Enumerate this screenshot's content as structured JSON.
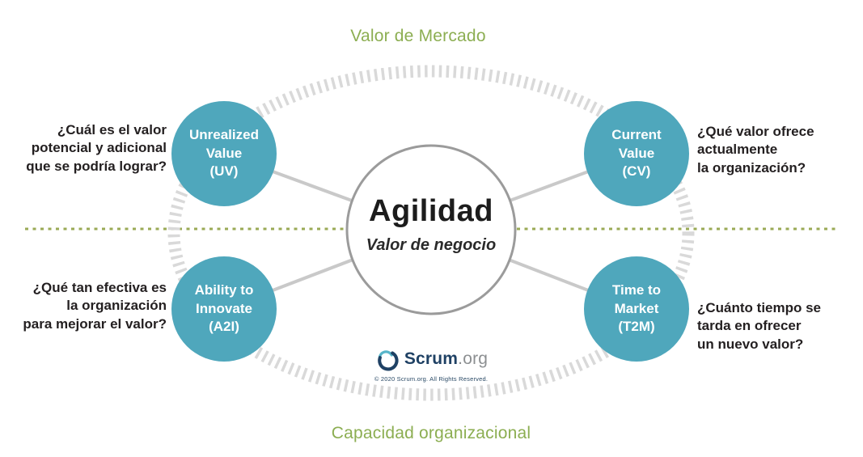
{
  "diagram": {
    "market_label": "Valor de Mercado",
    "capacity_label": "Capacidad organizacional",
    "center": {
      "title": "Agilidad",
      "subtitle": "Valor de negocio"
    },
    "circles": {
      "uv": {
        "label": [
          "Unrealized",
          "Value",
          "(UV)"
        ]
      },
      "cv": {
        "label": [
          "Current",
          "Value",
          "(CV)"
        ]
      },
      "a2i": {
        "label": [
          "Ability to",
          "Innovate",
          "(A2I)"
        ]
      },
      "t2m": {
        "label": [
          "Time to",
          "Market",
          "(T2M)"
        ]
      }
    },
    "questions": {
      "uv": [
        "¿Cuál es el valor",
        "potencial y adicional",
        "que se podría lograr?"
      ],
      "cv": [
        "¿Qué valor ofrece",
        "actualmente",
        "la organización?"
      ],
      "a2i": [
        "¿Qué tan efectiva es",
        "la organización",
        "para mejorar el valor?"
      ],
      "t2m": [
        "¿Cuánto tiempo se",
        "tarda en ofrecer",
        "un nuevo valor?"
      ]
    },
    "footer": {
      "brand": "Scrum",
      "brand_suffix": ".org",
      "copyright": "© 2020 Scrum.org. All Rights Reserved."
    },
    "colors": {
      "node_teal": "#4FA7BC",
      "label_green": "#8CAE52",
      "divider_green": "#9AAA55",
      "ribbon_gray": "#D9D9D9",
      "connector_gray": "#C9C9C9",
      "center_ring_gray": "#9B9B9B",
      "text_dark": "#231F20",
      "brand_navy": "#1F4164",
      "brand_gray": "#8C8F91",
      "logo_teal": "#57B5C9"
    }
  }
}
